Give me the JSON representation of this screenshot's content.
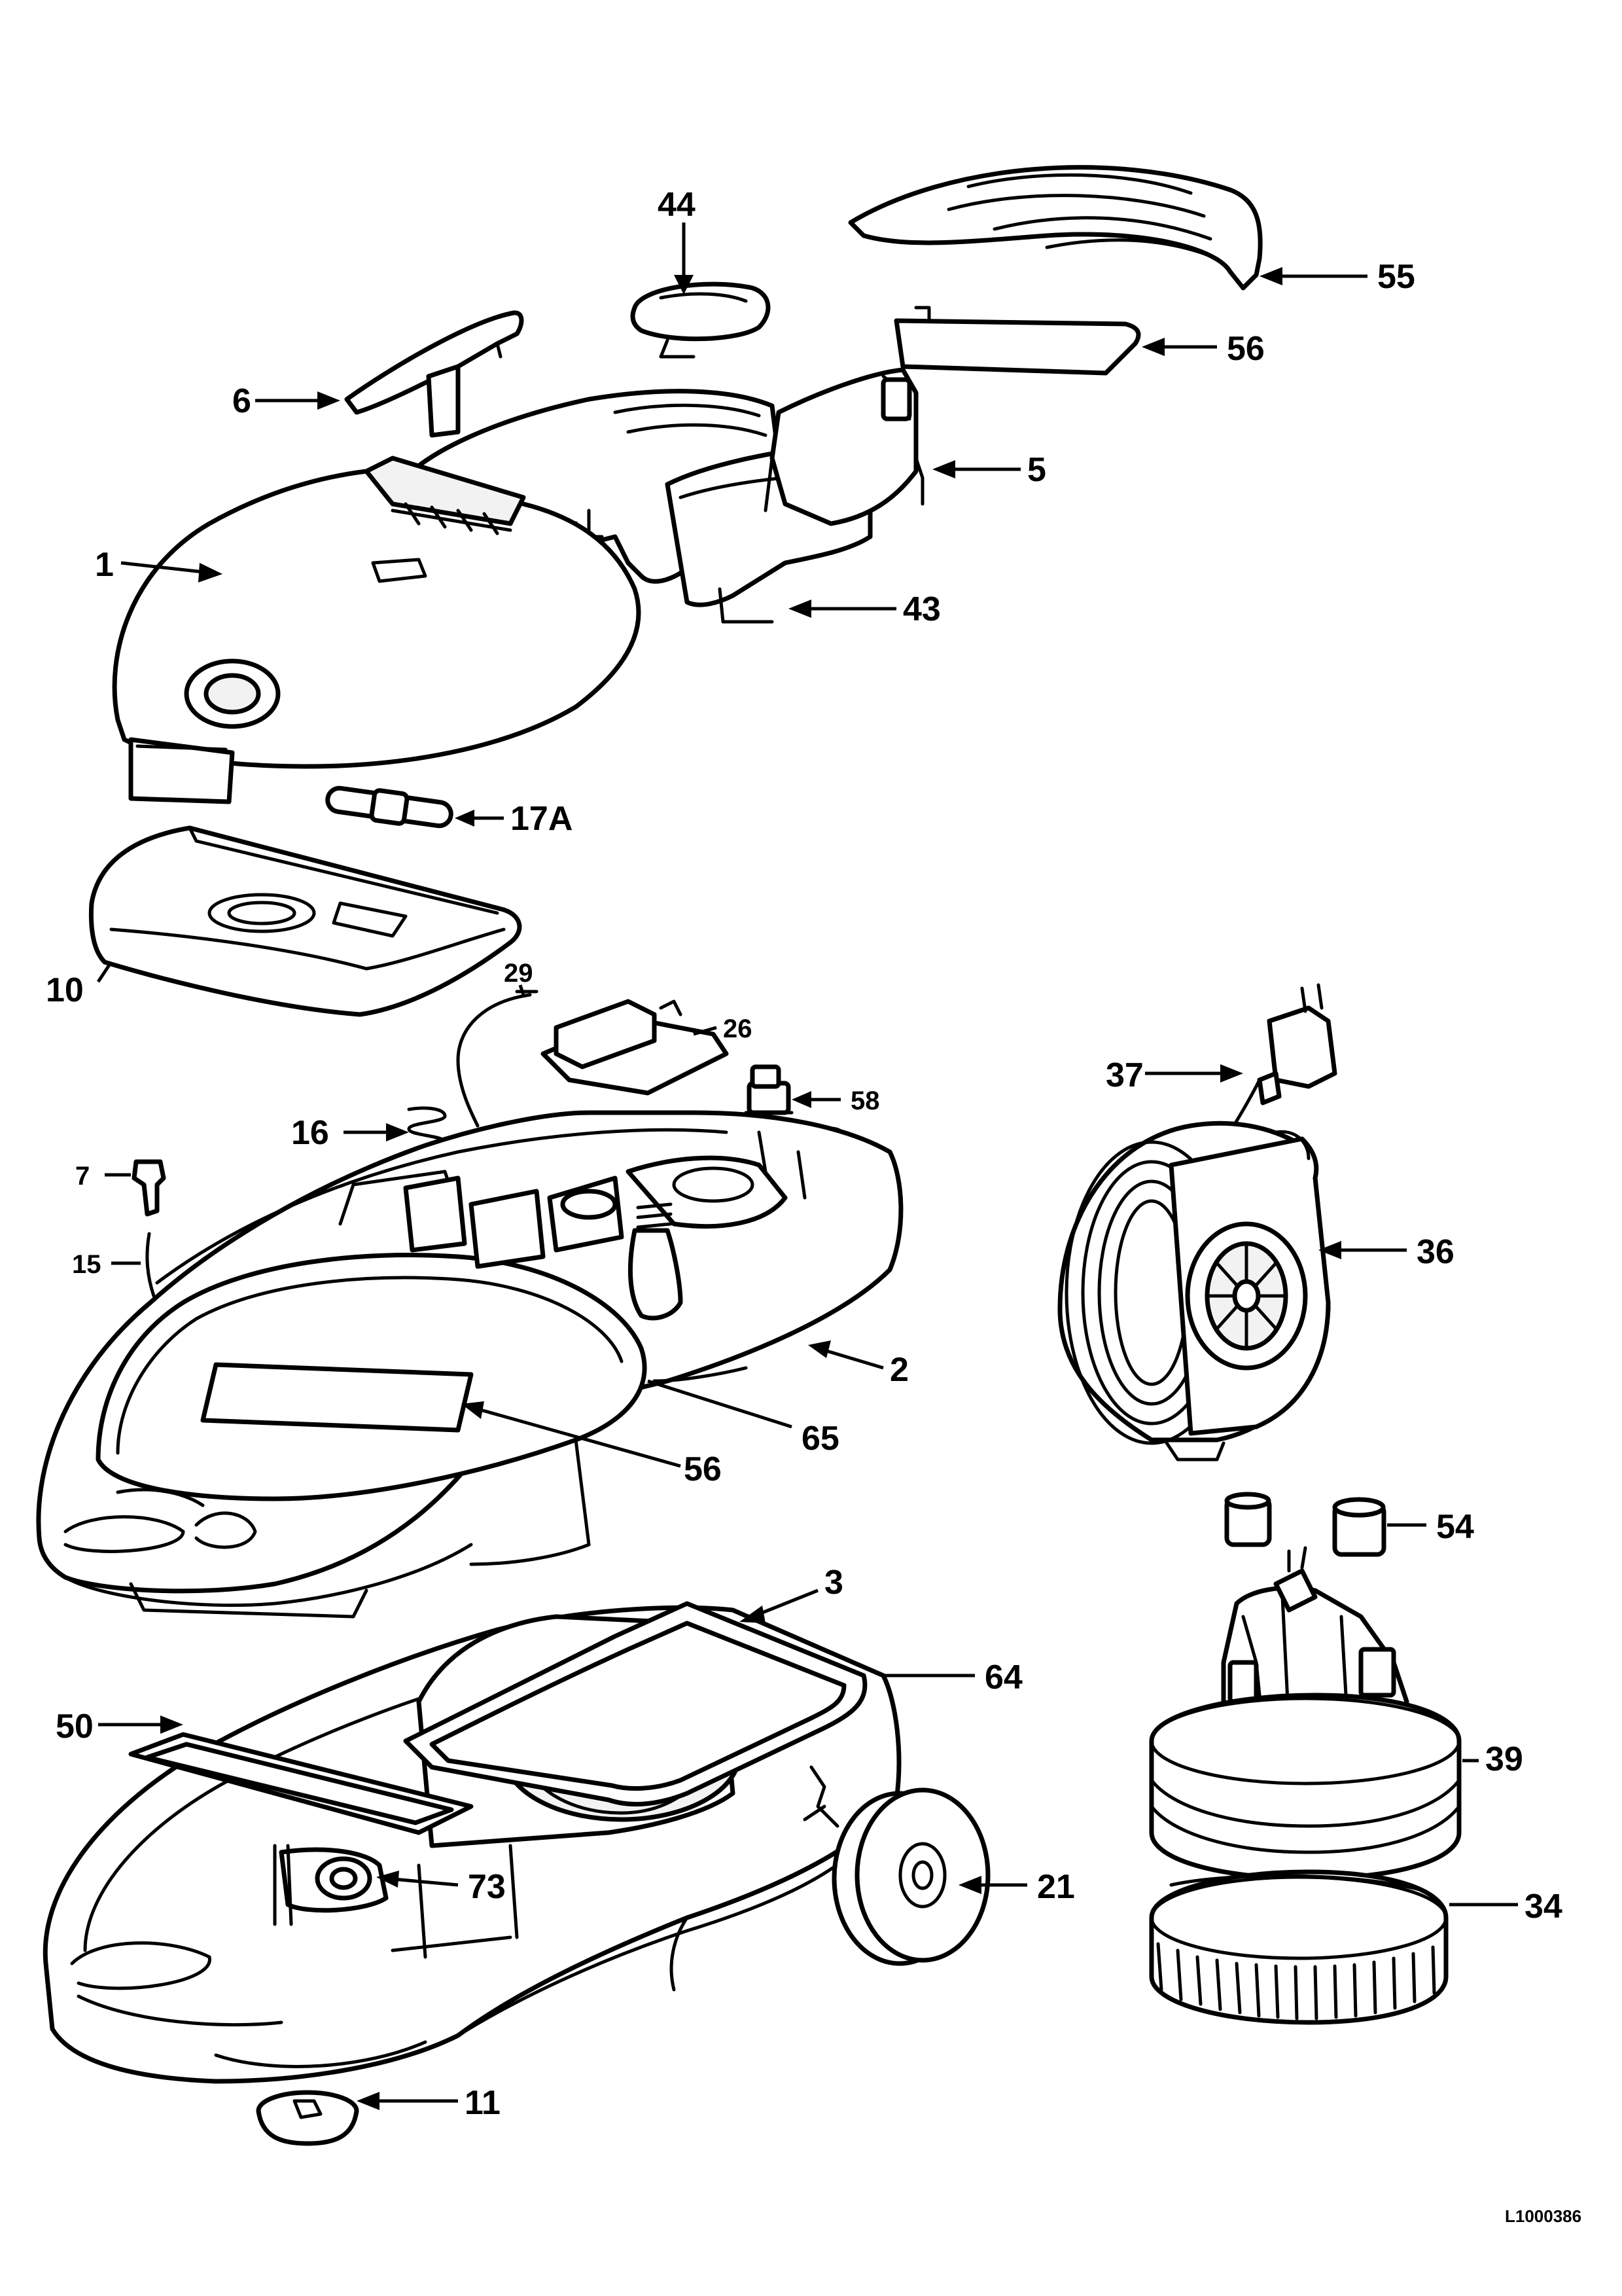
{
  "reference_code": "L1000386",
  "parts": [
    {
      "id": "part-44",
      "label": "44"
    },
    {
      "id": "part-55",
      "label": "55"
    },
    {
      "id": "part-56-top",
      "label": "56"
    },
    {
      "id": "part-6",
      "label": "6"
    },
    {
      "id": "part-5",
      "label": "5"
    },
    {
      "id": "part-1",
      "label": "1"
    },
    {
      "id": "part-43",
      "label": "43"
    },
    {
      "id": "part-17a",
      "label": "17A"
    },
    {
      "id": "part-10",
      "label": "10"
    },
    {
      "id": "part-29",
      "label": "29"
    },
    {
      "id": "part-26",
      "label": "26"
    },
    {
      "id": "part-58",
      "label": "58"
    },
    {
      "id": "part-16",
      "label": "16"
    },
    {
      "id": "part-7",
      "label": "7"
    },
    {
      "id": "part-15",
      "label": "15"
    },
    {
      "id": "part-2",
      "label": "2"
    },
    {
      "id": "part-65",
      "label": "65"
    },
    {
      "id": "part-56-body",
      "label": "56"
    },
    {
      "id": "part-37",
      "label": "37"
    },
    {
      "id": "part-36",
      "label": "36"
    },
    {
      "id": "part-54",
      "label": "54"
    },
    {
      "id": "part-3",
      "label": "3"
    },
    {
      "id": "part-64",
      "label": "64"
    },
    {
      "id": "part-50",
      "label": "50"
    },
    {
      "id": "part-73",
      "label": "73"
    },
    {
      "id": "part-21",
      "label": "21"
    },
    {
      "id": "part-39",
      "label": "39"
    },
    {
      "id": "part-34",
      "label": "34"
    },
    {
      "id": "part-11",
      "label": "11"
    }
  ]
}
